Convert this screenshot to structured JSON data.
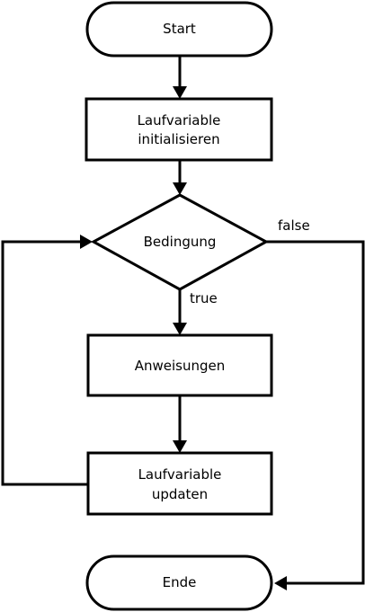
{
  "nodes": {
    "start": "Start",
    "init_line1": "Laufvariable",
    "init_line2": "initialisieren",
    "condition": "Bedingung",
    "statements": "Anweisungen",
    "update_line1": "Laufvariable",
    "update_line2": "updaten",
    "end": "Ende"
  },
  "edge_labels": {
    "true_branch": "true",
    "false_branch": "false"
  }
}
